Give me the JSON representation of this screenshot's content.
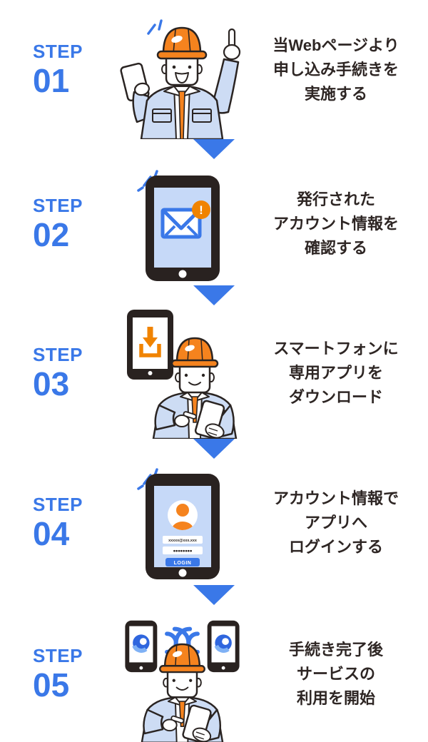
{
  "colors": {
    "accent_blue": "#3A78E8",
    "helmet_orange": "#F5831E",
    "badge_orange": "#F08300",
    "uniform_blue": "#CDDCF4",
    "screen_blue": "#C6D9F8",
    "phone_dark": "#292220",
    "text_dark": "#2E2624",
    "app_icon_blue_dark": "#2F66DE",
    "app_icon_blue_light": "#7FB1F5"
  },
  "steps": [
    {
      "label": "STEP",
      "number": "01",
      "lines": [
        "当Webページより",
        "申し込み手続きを",
        "実施する"
      ],
      "illustration": "worker-pointing-up-holding-smartphone"
    },
    {
      "label": "STEP",
      "number": "02",
      "lines": [
        "発行された",
        "アカウント情報を",
        "確認する"
      ],
      "illustration": "smartphone-new-mail-notification"
    },
    {
      "label": "STEP",
      "number": "03",
      "lines": [
        "スマートフォンに",
        "専用アプリを",
        "ダウンロード"
      ],
      "illustration": "worker-downloading-app-on-smartphone"
    },
    {
      "label": "STEP",
      "number": "04",
      "lines": [
        "アカウント情報で",
        "アプリへ",
        "ログインする"
      ],
      "illustration": "smartphone-login-screen"
    },
    {
      "label": "STEP",
      "number": "05",
      "lines": [
        "手続き完了後",
        "サービスの",
        "利用を開始"
      ],
      "illustration": "worker-with-connected-smartphones"
    }
  ],
  "phone_login": {
    "email_value": "xxxxx@xxx.xxx",
    "password_value": "••••••••",
    "login_button_label": "LOGIN"
  },
  "mail_notification_badge": "!"
}
